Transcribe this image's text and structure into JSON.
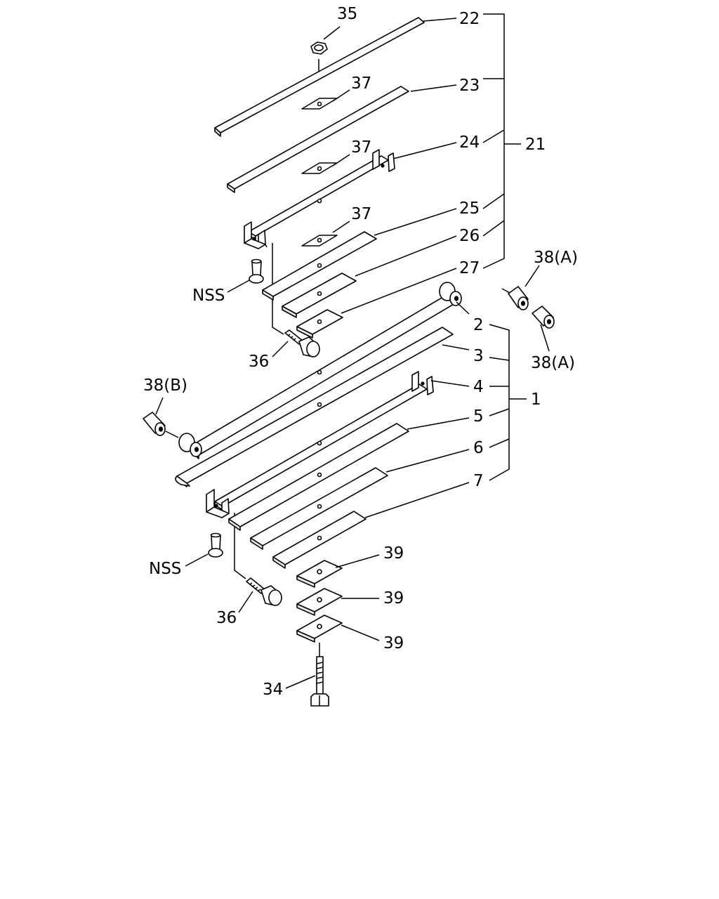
{
  "labels": {
    "p1": "1",
    "p2": "2",
    "p3": "3",
    "p4": "4",
    "p5": "5",
    "p6": "6",
    "p7": "7",
    "p21": "21",
    "p22": "22",
    "p23": "23",
    "p24": "24",
    "p25": "25",
    "p26": "26",
    "p27": "27",
    "p34": "34",
    "p35": "35",
    "p36_upper": "36",
    "p36_lower": "36",
    "p37_a": "37",
    "p37_b": "37",
    "p37_c": "37",
    "p38a_upper": "38(A)",
    "p38a_lower": "38(A)",
    "p38b": "38(B)",
    "p39_a": "39",
    "p39_b": "39",
    "p39_c": "39",
    "nss_upper": "NSS",
    "nss_lower": "NSS"
  }
}
